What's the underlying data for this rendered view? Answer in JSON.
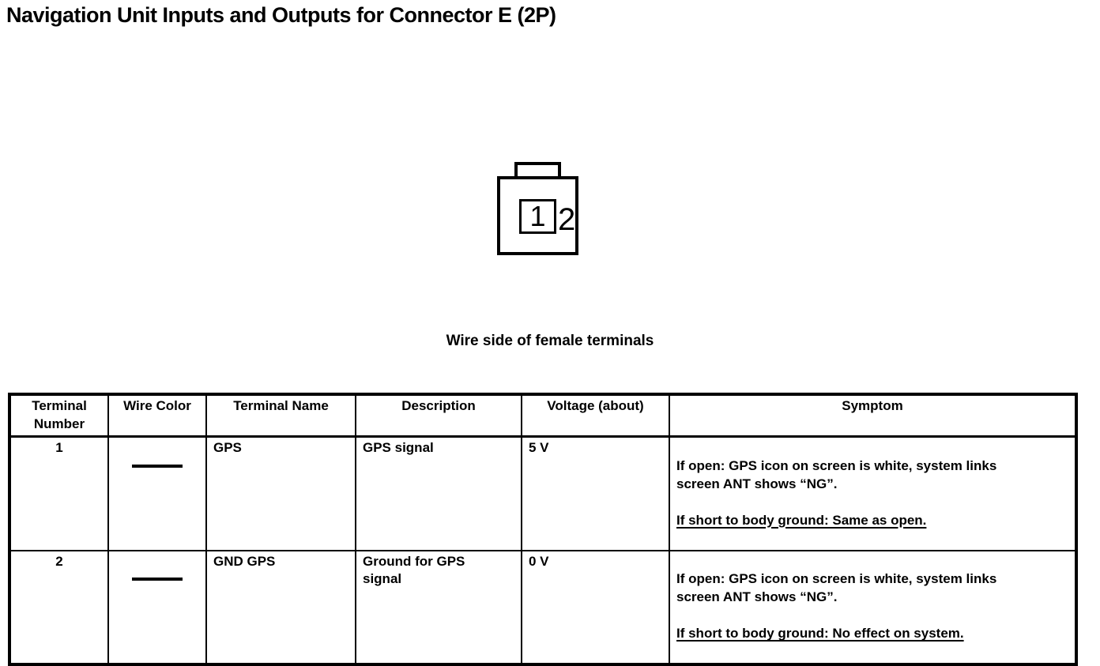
{
  "page": {
    "title": "Navigation Unit Inputs and Outputs for Connector E (2P)",
    "caption": "Wire side of female terminals"
  },
  "connector": {
    "cavity_labels": [
      "1",
      "2"
    ]
  },
  "colors": {
    "ink": "#000000",
    "paper": "#ffffff"
  },
  "table": {
    "headers": [
      "Terminal\nNumber",
      "Wire Color",
      "Terminal Name",
      "Description",
      "Voltage (about)",
      "Symptom"
    ],
    "rows": [
      {
        "terminal_number": "1",
        "wire_color": "—",
        "terminal_name": "GPS",
        "description": "GPS signal",
        "voltage": "5 V",
        "symptom_main": "If open: GPS icon on screen is white, system links\nscreen ANT shows “NG”.",
        "symptom_underlined": "If short to body ground: Same as open."
      },
      {
        "terminal_number": "2",
        "wire_color": "—",
        "terminal_name": "GND GPS",
        "description": "Ground for GPS\nsignal",
        "voltage": "0 V",
        "symptom_main": "If open: GPS icon on screen is white, system links\nscreen ANT shows “NG”.",
        "symptom_underlined": "If short to body ground: No effect on system."
      }
    ]
  }
}
